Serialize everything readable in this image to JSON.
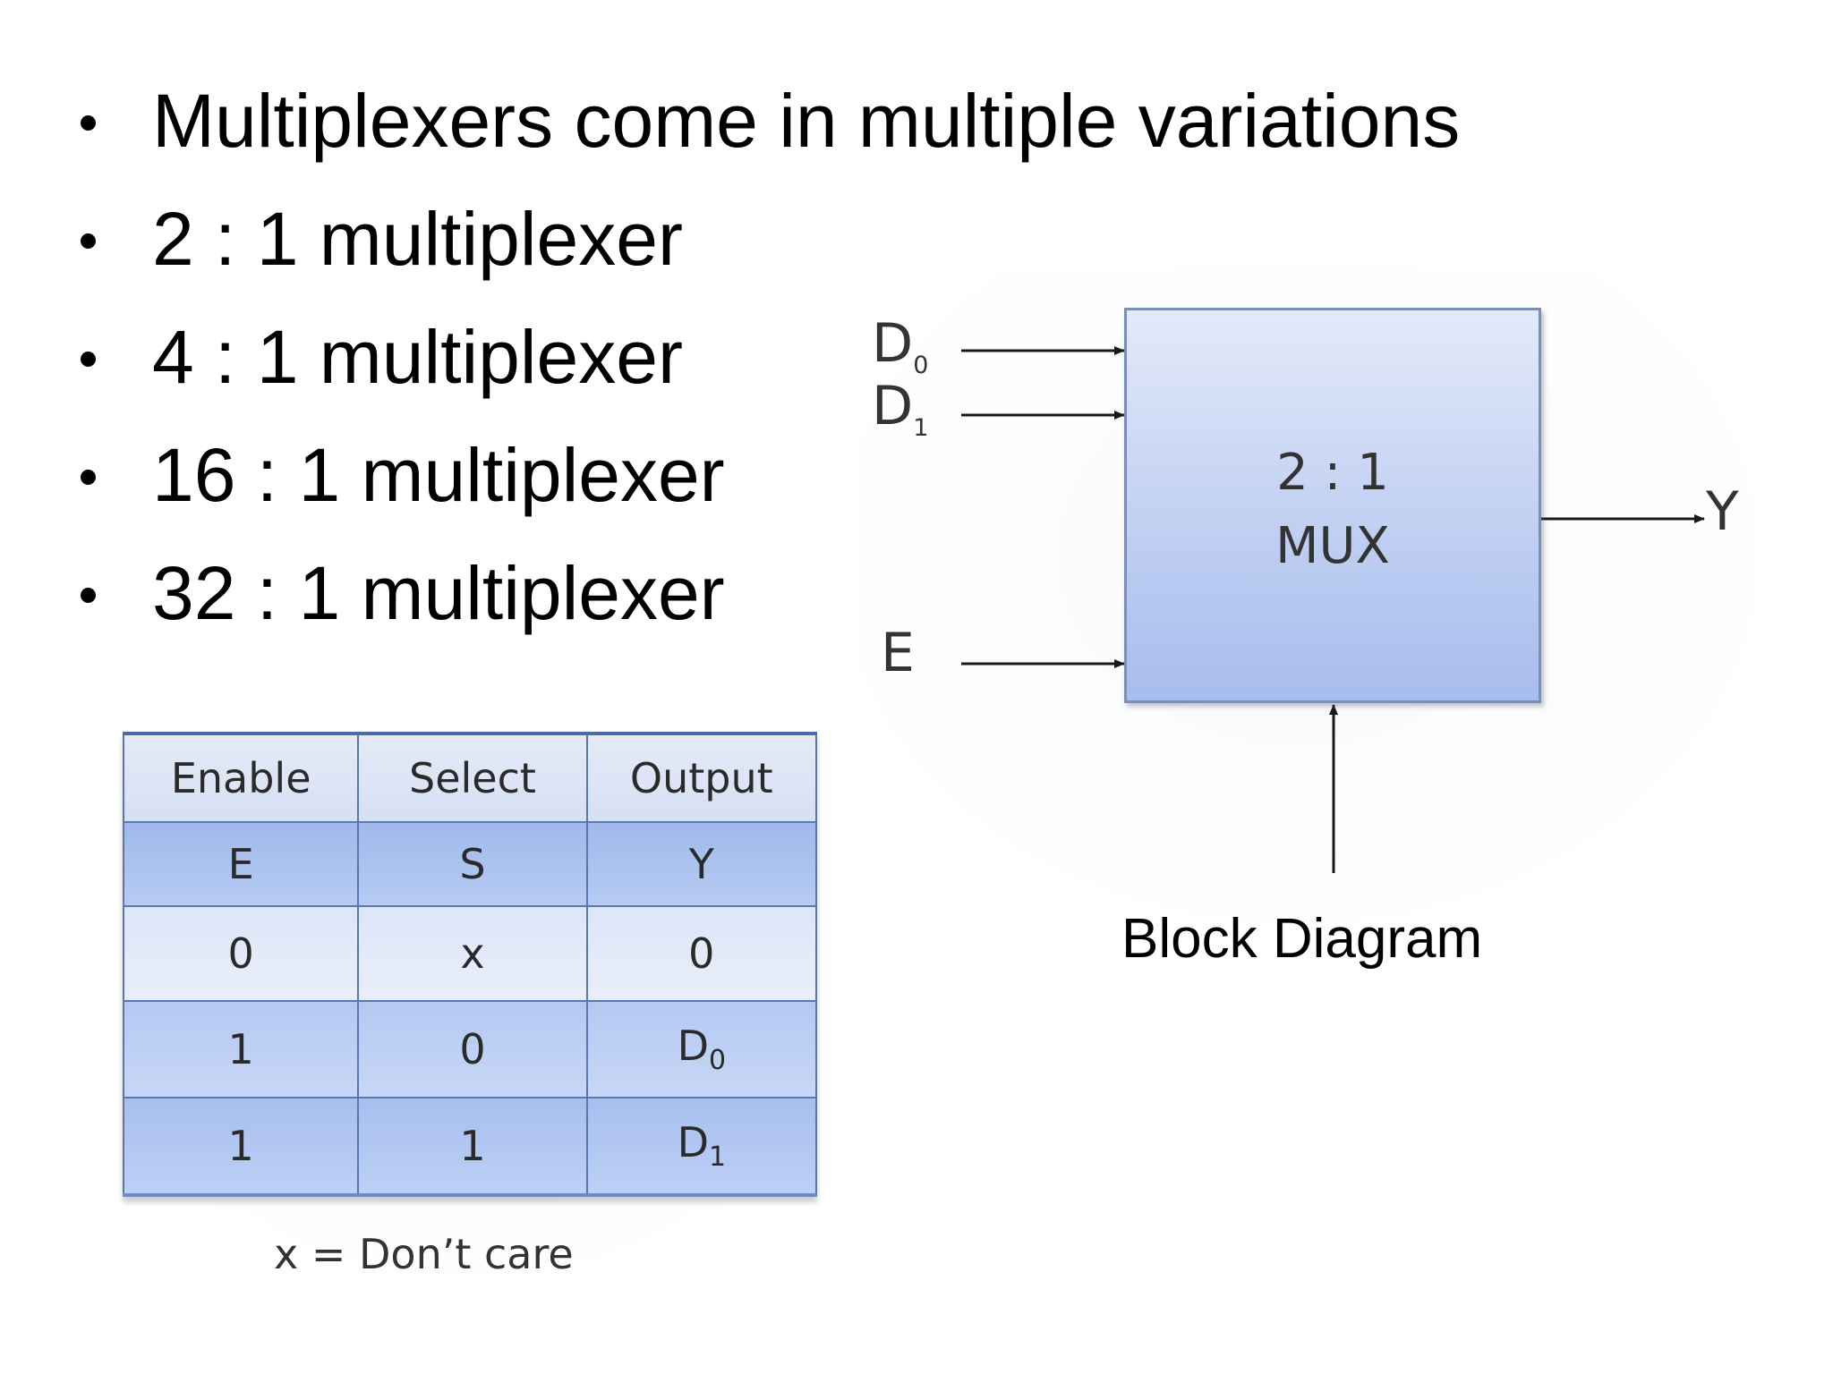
{
  "bullets": [
    "Multiplexers come in multiple variations",
    "2 : 1 multiplexer",
    "4 : 1 multiplexer",
    "16 : 1 multiplexer",
    "32 : 1 multiplexer"
  ],
  "truth_table": {
    "header": [
      "Enable",
      "Select",
      "Output"
    ],
    "symbols": [
      "E",
      "S",
      "Y"
    ],
    "rows": [
      [
        "0",
        "x",
        "0"
      ],
      [
        "1",
        "0",
        "D0"
      ],
      [
        "1",
        "1",
        "D1"
      ]
    ],
    "footnote": "x = Don’t care"
  },
  "block_diagram": {
    "box_line1": "2 : 1",
    "box_line2": "MUX",
    "inputs": {
      "d0": {
        "base": "D",
        "sub": "0"
      },
      "d1": {
        "base": "D",
        "sub": "1"
      },
      "enable": "E"
    },
    "output": "Y",
    "caption": "Block  Diagram"
  },
  "colors": {
    "table_border": "#5a78b0",
    "box_border": "#7a8fb8",
    "box_fill_top": "#e3e9f9",
    "box_fill_bottom": "#a7bdee",
    "arrow": "#1a1a1a"
  }
}
